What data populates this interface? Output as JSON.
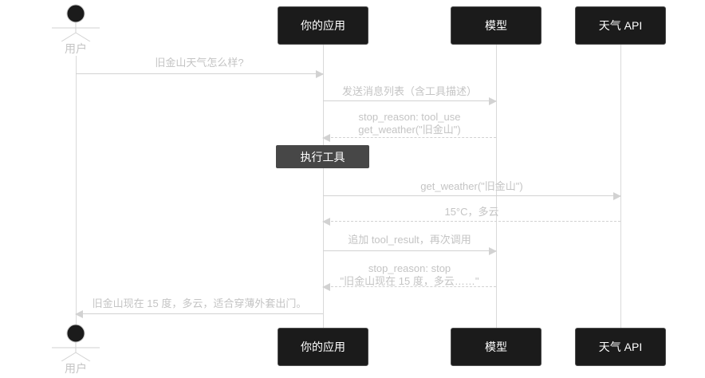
{
  "diagram": {
    "type": "sequence",
    "participants": [
      {
        "name": "用户",
        "kind": "actor"
      },
      {
        "name": "你的应用",
        "kind": "participant"
      },
      {
        "name": "模型",
        "kind": "participant"
      },
      {
        "name": "天气 API",
        "kind": "participant"
      }
    ],
    "note": {
      "label": "执行工具",
      "over": "你的应用"
    },
    "messages": [
      {
        "from": "用户",
        "to": "你的应用",
        "style": "solid",
        "text": "旧金山天气怎么样?"
      },
      {
        "from": "你的应用",
        "to": "模型",
        "style": "solid",
        "text": "发送消息列表（含工具描述）"
      },
      {
        "from": "模型",
        "to": "你的应用",
        "style": "dashed",
        "line1": "stop_reason: tool_use",
        "line2": "get_weather(\"旧金山\")"
      },
      {
        "from": "你的应用",
        "to": "天气 API",
        "style": "solid",
        "text": "get_weather(\"旧金山\")"
      },
      {
        "from": "天气 API",
        "to": "你的应用",
        "style": "dashed",
        "text": "15°C，多云"
      },
      {
        "from": "你的应用",
        "to": "模型",
        "style": "solid",
        "text": "追加 tool_result，再次调用"
      },
      {
        "from": "模型",
        "to": "你的应用",
        "style": "dashed",
        "line1": "stop_reason: stop",
        "line2": "\"旧金山现在 15 度，多云……\""
      },
      {
        "from": "你的应用",
        "to": "用户",
        "style": "solid",
        "text": "旧金山现在 15 度，多云，适合穿薄外套出门。"
      }
    ],
    "colors": {
      "background": "#ffffff",
      "participant_bg": "#1b1b1b",
      "participant_text": "#ffffff",
      "note_bg": "#474747",
      "note_text": "#ffffff",
      "line": "#d2d2d2",
      "message_text": "#c4c4c4"
    }
  }
}
